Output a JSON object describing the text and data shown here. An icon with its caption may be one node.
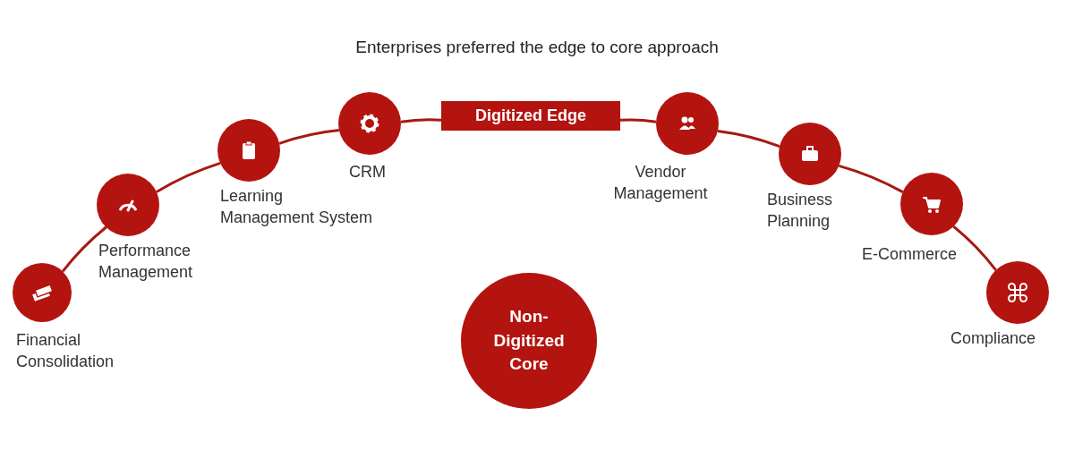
{
  "diagram": {
    "title": "Enterprises preferred the edge to core approach",
    "nodes": [
      {
        "text": [],
        "shape": "circle",
        "beside": [
          "Financial Consolidation"
        ]
      },
      {
        "text": [],
        "shape": "circle",
        "beside": [
          "Performance Management"
        ]
      },
      {
        "text": [],
        "shape": "circle",
        "beside": [
          "Learning Management System"
        ]
      },
      {
        "text": [],
        "shape": "circle",
        "beside": [
          "CRM"
        ]
      },
      {
        "text": [
          "Digitized Edge"
        ]
      },
      {
        "text": [],
        "shape": "circle",
        "beside": [
          "Vendor Management"
        ]
      },
      {
        "text": [],
        "shape": "circle",
        "beside": [
          "Business Planning"
        ]
      },
      {
        "text": [],
        "shape": "circle",
        "beside": [
          "E-Commerce"
        ]
      },
      {
        "text": [],
        "shape": "circle",
        "beside": [
          "Compliance"
        ]
      },
      {
        "text": [
          "Non-Digitized Core"
        ]
      }
    ],
    "edges": [
      {
        "from": 0,
        "to": 1,
        "arrow": "none"
      },
      {
        "from": 1,
        "to": 2,
        "arrow": "none"
      },
      {
        "from": 2,
        "to": 3,
        "arrow": "none"
      },
      {
        "from": 3,
        "to": 4,
        "arrow": "none"
      },
      {
        "from": 4,
        "to": 5,
        "arrow": "none"
      },
      {
        "from": 5,
        "to": 6,
        "arrow": "none"
      },
      {
        "from": 6,
        "to": 7,
        "arrow": "none"
      },
      {
        "from": 7,
        "to": 8,
        "arrow": "none"
      }
    ]
  }
}
